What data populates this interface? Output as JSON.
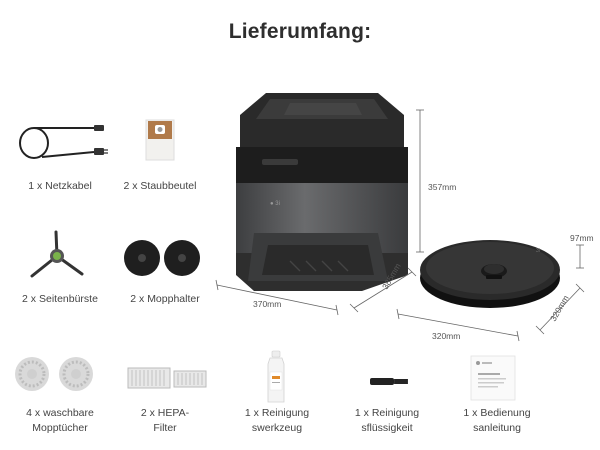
{
  "title": "Lieferumfang:",
  "items": {
    "power_cable": "1 x Netzkabel",
    "dust_bag": "2 x Staubbeutel",
    "side_brush": "2 x Seitenbürste",
    "mop_holder": "2 x Mopphalter",
    "mop_cloth": [
      "4 x waschbare",
      "Mopptücher"
    ],
    "hepa_filter": [
      "2 x HEPA-",
      "Filter"
    ],
    "cleaning_tool": [
      "1 x Reinigung",
      "swerkzeug"
    ],
    "cleaning_fluid": [
      "1 x Reinigung",
      "sflüssigkeit"
    ],
    "manual": [
      "1 x Bedienung",
      "sanleitung"
    ]
  },
  "dimensions": {
    "station_height": "357mm",
    "station_width": "370mm",
    "station_depth": "385mm",
    "robot_height": "97mm",
    "robot_width": "320mm",
    "robot_depth": "320mm"
  },
  "icons": [
    "power-cable",
    "dust-bag",
    "side-brush",
    "mop-holder",
    "station",
    "robot-vacuum",
    "mop-cloth",
    "hepa-filter",
    "cleaning-tool-bottle",
    "cleaning-brush",
    "manual"
  ]
}
